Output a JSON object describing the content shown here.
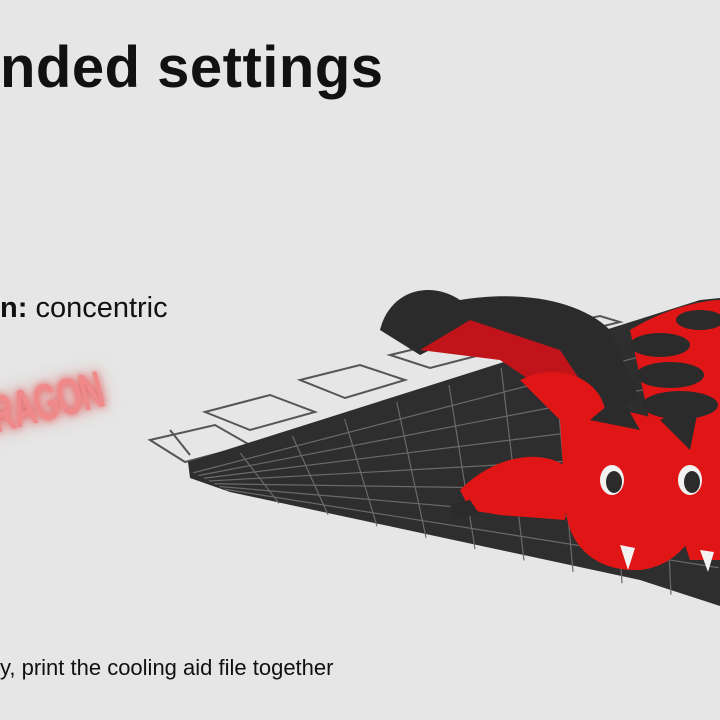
{
  "title": "nded settings",
  "setting": {
    "label": "n:",
    "value": "concentric"
  },
  "brand_text": "DRAGON",
  "note": "y, print the cooling aid file together",
  "colors": {
    "background": "#e6e6e6",
    "plate": "#2e2e2e",
    "dragon_red": "#e01515",
    "dragon_black": "#2b2b2b",
    "brand_glow": "#f08a8a"
  }
}
